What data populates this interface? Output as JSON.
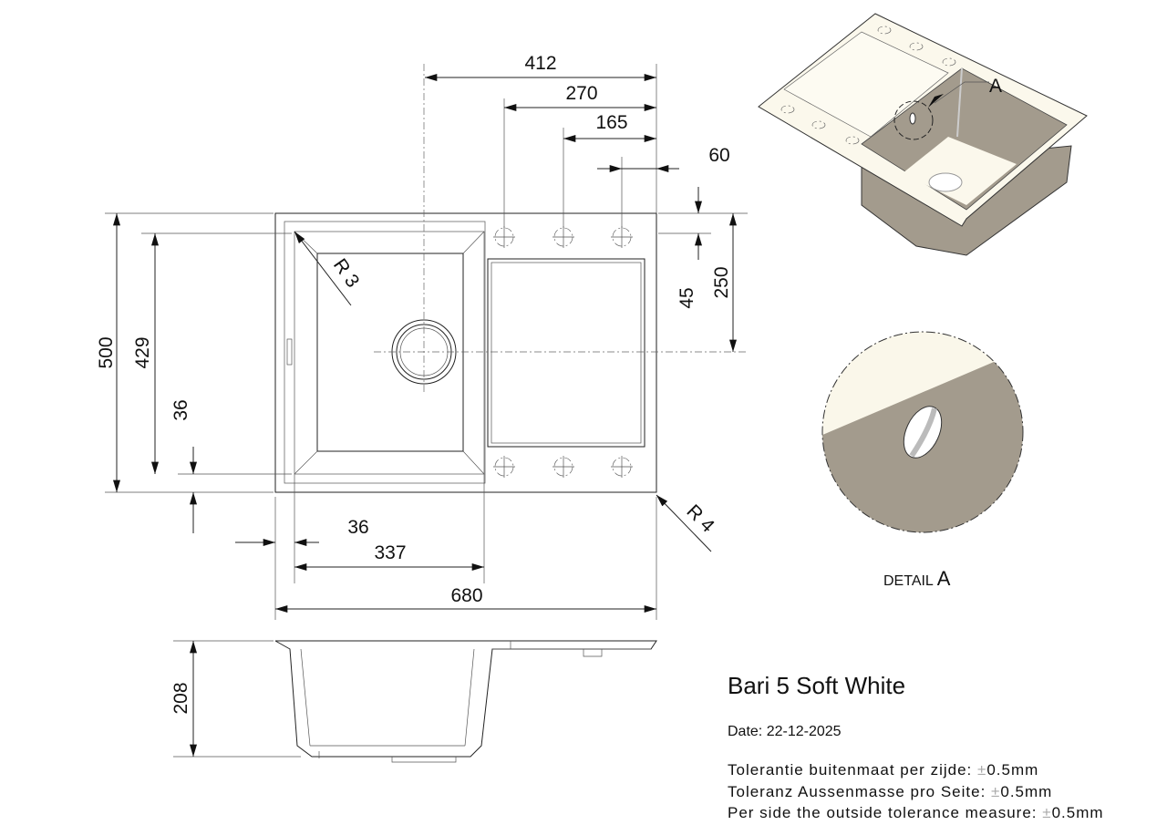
{
  "drawing": {
    "top_view_dims": {
      "d412": "412",
      "d270": "270",
      "d165": "165",
      "d60": "60",
      "d500": "500",
      "d429": "429",
      "d36v": "36",
      "d250": "250",
      "d45": "45",
      "r3": "R 3",
      "r4": "R 4",
      "d36h": "36",
      "d337": "337",
      "d680": "680"
    },
    "side_view_dims": {
      "d208": "208"
    },
    "iso_view": {
      "detail_marker": "A"
    },
    "detail": {
      "label": "DETAIL",
      "letter": "A"
    }
  },
  "info": {
    "product": "Bari 5 Soft White",
    "date": "Date: 22-12-2025",
    "tolerances": [
      {
        "text": "Tolerantie buitenmaat per zijde: ",
        "sign": "±",
        "value": "0.5mm"
      },
      {
        "text": "Toleranz Aussenmasse pro Seite: ",
        "sign": "±",
        "value": "0.5mm"
      },
      {
        "text": "Per side the outside tolerance measure: ",
        "sign": "±",
        "value": "0.5mm"
      }
    ]
  },
  "colors": {
    "sink_surface": "#fbf8ec",
    "sink_shadow": "#a39b8d",
    "line": "#222222"
  }
}
